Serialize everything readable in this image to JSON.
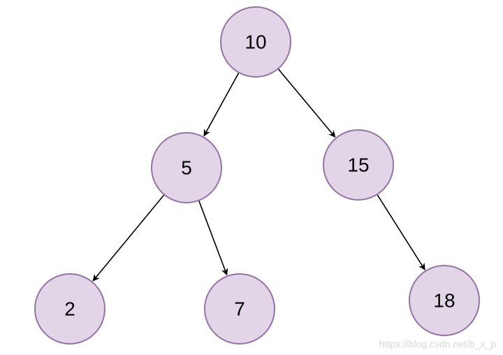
{
  "tree": {
    "nodes": [
      {
        "id": "n10",
        "label": "10"
      },
      {
        "id": "n5",
        "label": "5"
      },
      {
        "id": "n15",
        "label": "15"
      },
      {
        "id": "n2",
        "label": "2"
      },
      {
        "id": "n7",
        "label": "7"
      },
      {
        "id": "n18",
        "label": "18"
      }
    ],
    "edges": [
      {
        "from": "n10",
        "to": "n5"
      },
      {
        "from": "n10",
        "to": "n15"
      },
      {
        "from": "n5",
        "to": "n2"
      },
      {
        "from": "n5",
        "to": "n7"
      },
      {
        "from": "n15",
        "to": "n18"
      }
    ]
  },
  "colors": {
    "node_fill": "#e1d5e7",
    "node_stroke": "#9673a6",
    "edge": "#000000"
  },
  "watermark": "https://blog.csdn.net/b_x_p"
}
